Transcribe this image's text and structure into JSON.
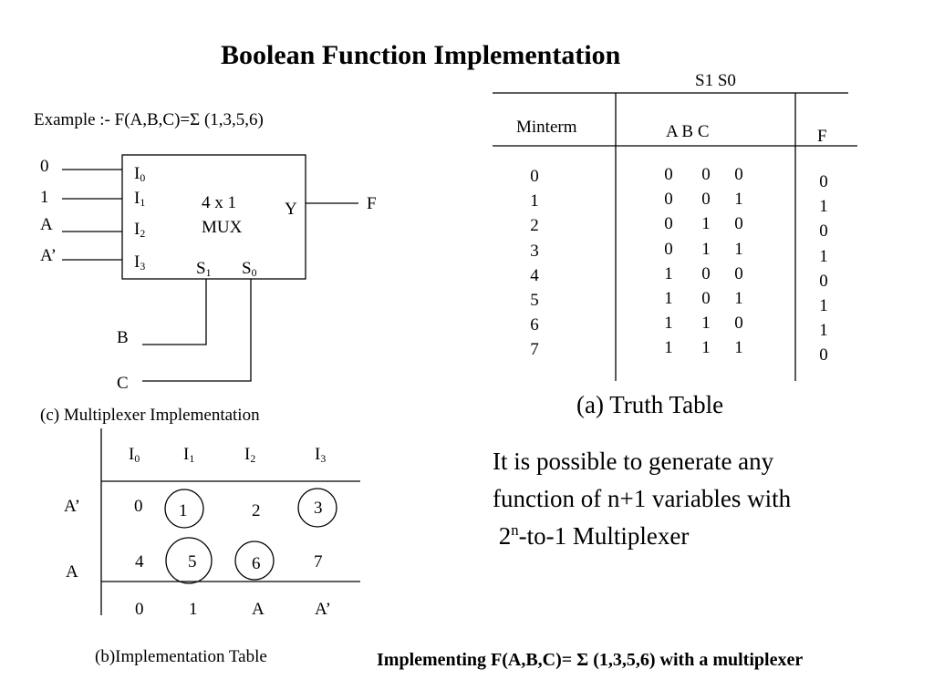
{
  "title": "Boolean Function Implementation",
  "example": "Example :- F(A,B,C)=Σ (1,3,5,6)",
  "mux": {
    "inputs": [
      "0",
      "1",
      "A",
      "A’"
    ],
    "pin_labels": {
      "i0": "I",
      "i0_sub": "0",
      "i1": "I",
      "i1_sub": "1",
      "i2": "I",
      "i2_sub": "2",
      "i3": "I",
      "i3_sub": "3"
    },
    "name_line1": "4 x 1",
    "name_line2": "MUX",
    "output_pin": "Y",
    "output": "F",
    "select_pins": {
      "s1": "S",
      "s1_sub": "1",
      "s0": "S",
      "s0_sub": "0"
    },
    "select_inputs": {
      "b": "B",
      "c": "C"
    },
    "caption": "(c) Multiplexer Implementation"
  },
  "truth_table": {
    "select_header": "S1  S0",
    "minterm_header": "Minterm",
    "abc_header": "A   B   C",
    "f_header": "F",
    "minterms": [
      "0",
      "1",
      "2",
      "3",
      "4",
      "5",
      "6",
      "7"
    ],
    "a": [
      "0",
      "0",
      "0",
      "0",
      "1",
      "1",
      "1",
      "1"
    ],
    "b": [
      "0",
      "0",
      "1",
      "1",
      "0",
      "0",
      "1",
      "1"
    ],
    "c": [
      "0",
      "1",
      "0",
      "1",
      "0",
      "1",
      "0",
      "1"
    ],
    "f": [
      "0",
      "1",
      "0",
      "1",
      "0",
      "1",
      "1",
      "0"
    ],
    "caption": "(a) Truth Table"
  },
  "impl_table": {
    "headers": [
      {
        "main": "I",
        "sub": "0"
      },
      {
        "main": "I",
        "sub": "1"
      },
      {
        "main": "I",
        "sub": "2"
      },
      {
        "main": "I",
        "sub": "3"
      }
    ],
    "row_labels": [
      "A’",
      "A"
    ],
    "row1": [
      "0",
      "1",
      "2",
      "3"
    ],
    "row2": [
      "4",
      "5",
      "6",
      "7"
    ],
    "circled": [
      "1",
      "3",
      "5",
      "6"
    ],
    "result": [
      "0",
      "1",
      "A",
      "A’"
    ],
    "caption": "(b)Implementation Table"
  },
  "statement": {
    "line1": "It is possible to generate any",
    "line2": "function of n+1 variables with",
    "line3_base": "2",
    "line3_sup": "n",
    "line3_rest": "-to-1 Multiplexer"
  },
  "footer": "Implementing F(A,B,C)= Σ (1,3,5,6) with a multiplexer"
}
